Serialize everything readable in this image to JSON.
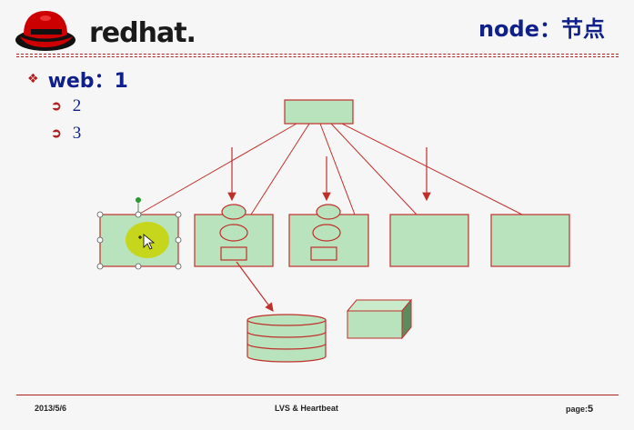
{
  "header": {
    "logo_text": "redhat.",
    "title": "node：节点"
  },
  "bullets": {
    "main": "web：1",
    "subs": [
      "2",
      "3"
    ]
  },
  "footer": {
    "date": "2013/5/6",
    "center": "LVS & Heartbeat",
    "page_label": "page:",
    "page_number": "5"
  },
  "colors": {
    "box_fill": "#b9e3bd",
    "line": "#c0302a",
    "title": "#10208a",
    "highlight": "#c8d400"
  },
  "icons": [
    "redhat-logo-icon",
    "bullet-diamond-icon",
    "bullet-arrow-icon",
    "mouse-cursor-icon"
  ]
}
